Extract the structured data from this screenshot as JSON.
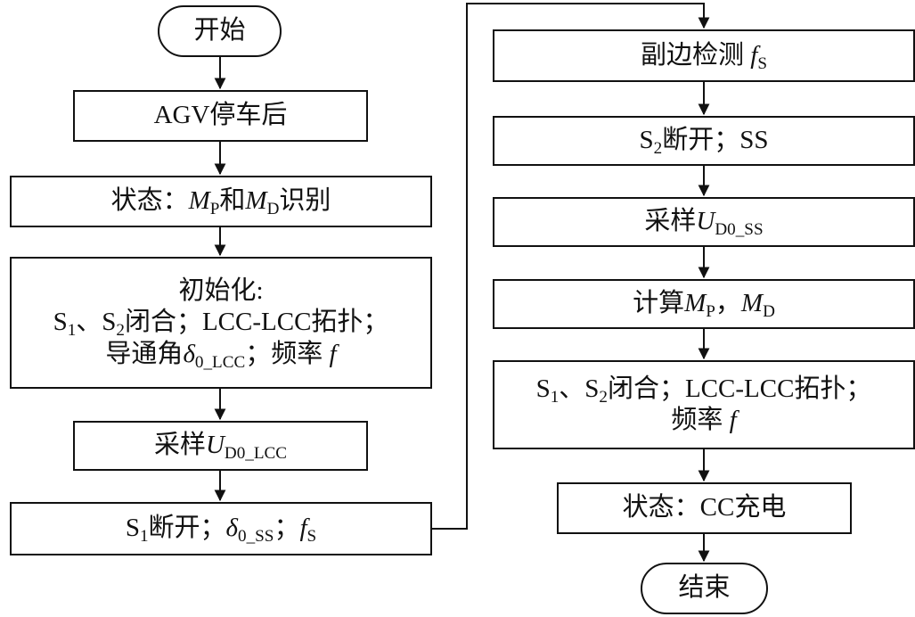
{
  "flowchart": {
    "left": {
      "start": "开始",
      "agv_stop": "AGV停车后",
      "identify": {
        "pre": "状态：",
        "m": "M",
        "p_sub": "P",
        "mid": "和",
        "m2": "M",
        "d_sub": "D",
        "post": "识别"
      },
      "init": {
        "title": "初始化:",
        "line2": {
          "s": "S",
          "s1": "1",
          "sep": "、S",
          "s2": "2",
          "rest": "闭合；LCC-LCC拓扑；"
        },
        "line3": {
          "pre": "导通角",
          "delta": "δ",
          "sub": "0_LCC",
          "mid": "；频率 ",
          "f": "f"
        }
      },
      "sample_lcc": {
        "pre": "采样",
        "u": "U",
        "sub": "D0_LCC"
      },
      "s1_open": {
        "s": "S",
        "s1": "1",
        "mid": "断开；",
        "delta": "δ",
        "sub": "0_SS",
        "sep": "；",
        "f": "f",
        "fs": "S"
      }
    },
    "right": {
      "detect": {
        "pre": "副边检测 ",
        "f": "f",
        "fs": "S"
      },
      "s2_open": {
        "s": "S",
        "s2": "2",
        "rest": "断开；SS"
      },
      "sample_ss": {
        "pre": "采样",
        "u": "U",
        "sub": "D0_SS"
      },
      "compute": {
        "pre": "计算",
        "m": "M",
        "p_sub": "P",
        "sep": "，",
        "m2": "M",
        "d_sub": "D"
      },
      "close": {
        "line1": {
          "s": "S",
          "s1": "1",
          "sep": "、S",
          "s2": "2",
          "rest": "闭合；LCC-LCC拓扑；"
        },
        "line2": {
          "pre": "频率 ",
          "f": "f"
        }
      },
      "charge": "状态：CC充电",
      "end": "结束"
    }
  }
}
